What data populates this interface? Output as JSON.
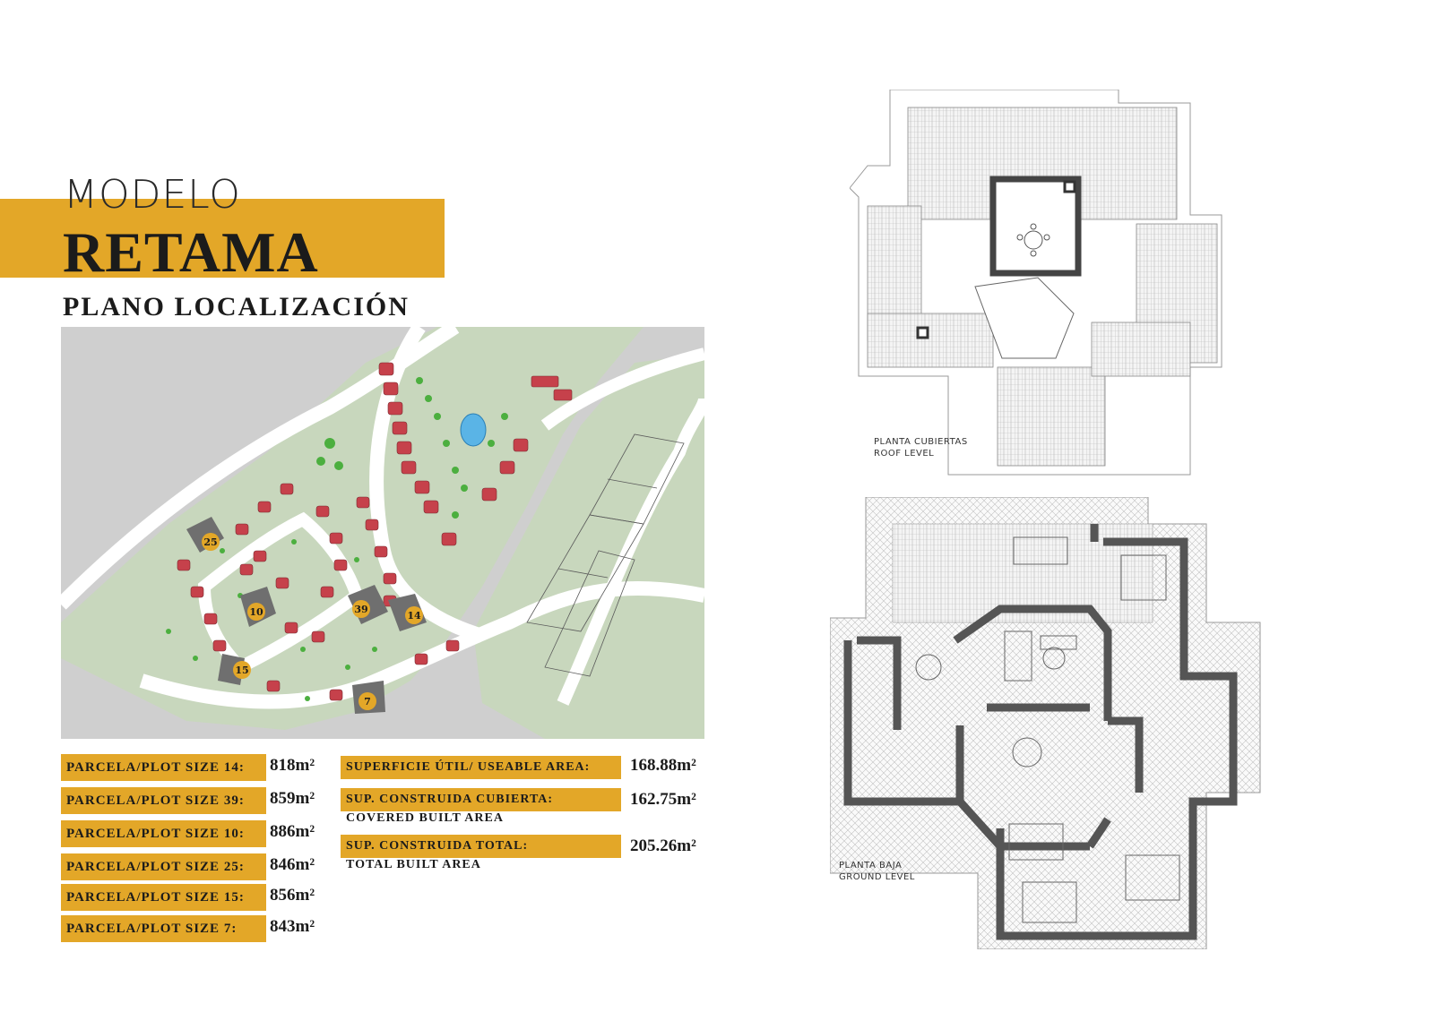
{
  "colors": {
    "accent": "#e3a728",
    "road": "#ffffff",
    "terrain": "#c8d7bd",
    "grey": "#cfcfcf",
    "roof_red": "#c6414b",
    "tree": "#4caf3f",
    "pool": "#5ab4e6",
    "plot_dark": "#6f6f6f",
    "wall": "#555555"
  },
  "header": {
    "modelo": "MODELO",
    "retama": "RETAMA",
    "plano": "PLANO LOCALIZACIÓN"
  },
  "site_map": {
    "plot_markers": [
      "25",
      "10",
      "39",
      "14",
      "15",
      "7"
    ]
  },
  "plots": [
    {
      "label": "PARCELA/PLOT SIZE 14:",
      "value": "818m²"
    },
    {
      "label": "PARCELA/PLOT SIZE 39:",
      "value": "859m²"
    },
    {
      "label": "PARCELA/PLOT SIZE 10:",
      "value": "886m²"
    },
    {
      "label": "PARCELA/PLOT SIZE 25:",
      "value": "846m²"
    },
    {
      "label": "PARCELA/PLOT SIZE 15:",
      "value": "856m²"
    },
    {
      "label": "PARCELA/PLOT SIZE 7:",
      "value": "843m²"
    }
  ],
  "areas": [
    {
      "label": "SUPERFICIE ÚTIL/ USEABLE AREA:",
      "sub": "",
      "value": "168.88m²"
    },
    {
      "label": "SUP. CONSTRUIDA CUBIERTA:",
      "sub": "COVERED BUILT AREA",
      "value": "162.75m²"
    },
    {
      "label": "SUP. CONSTRUIDA TOTAL:",
      "sub": "TOTAL BUILT AREA",
      "value": "205.26m²"
    }
  ],
  "roof_plan": {
    "caption_es": "PLANTA CUBIERTAS",
    "caption_en": "ROOF LEVEL"
  },
  "ground_plan": {
    "caption_es": "PLANTA BAJA",
    "caption_en": "GROUND LEVEL"
  }
}
